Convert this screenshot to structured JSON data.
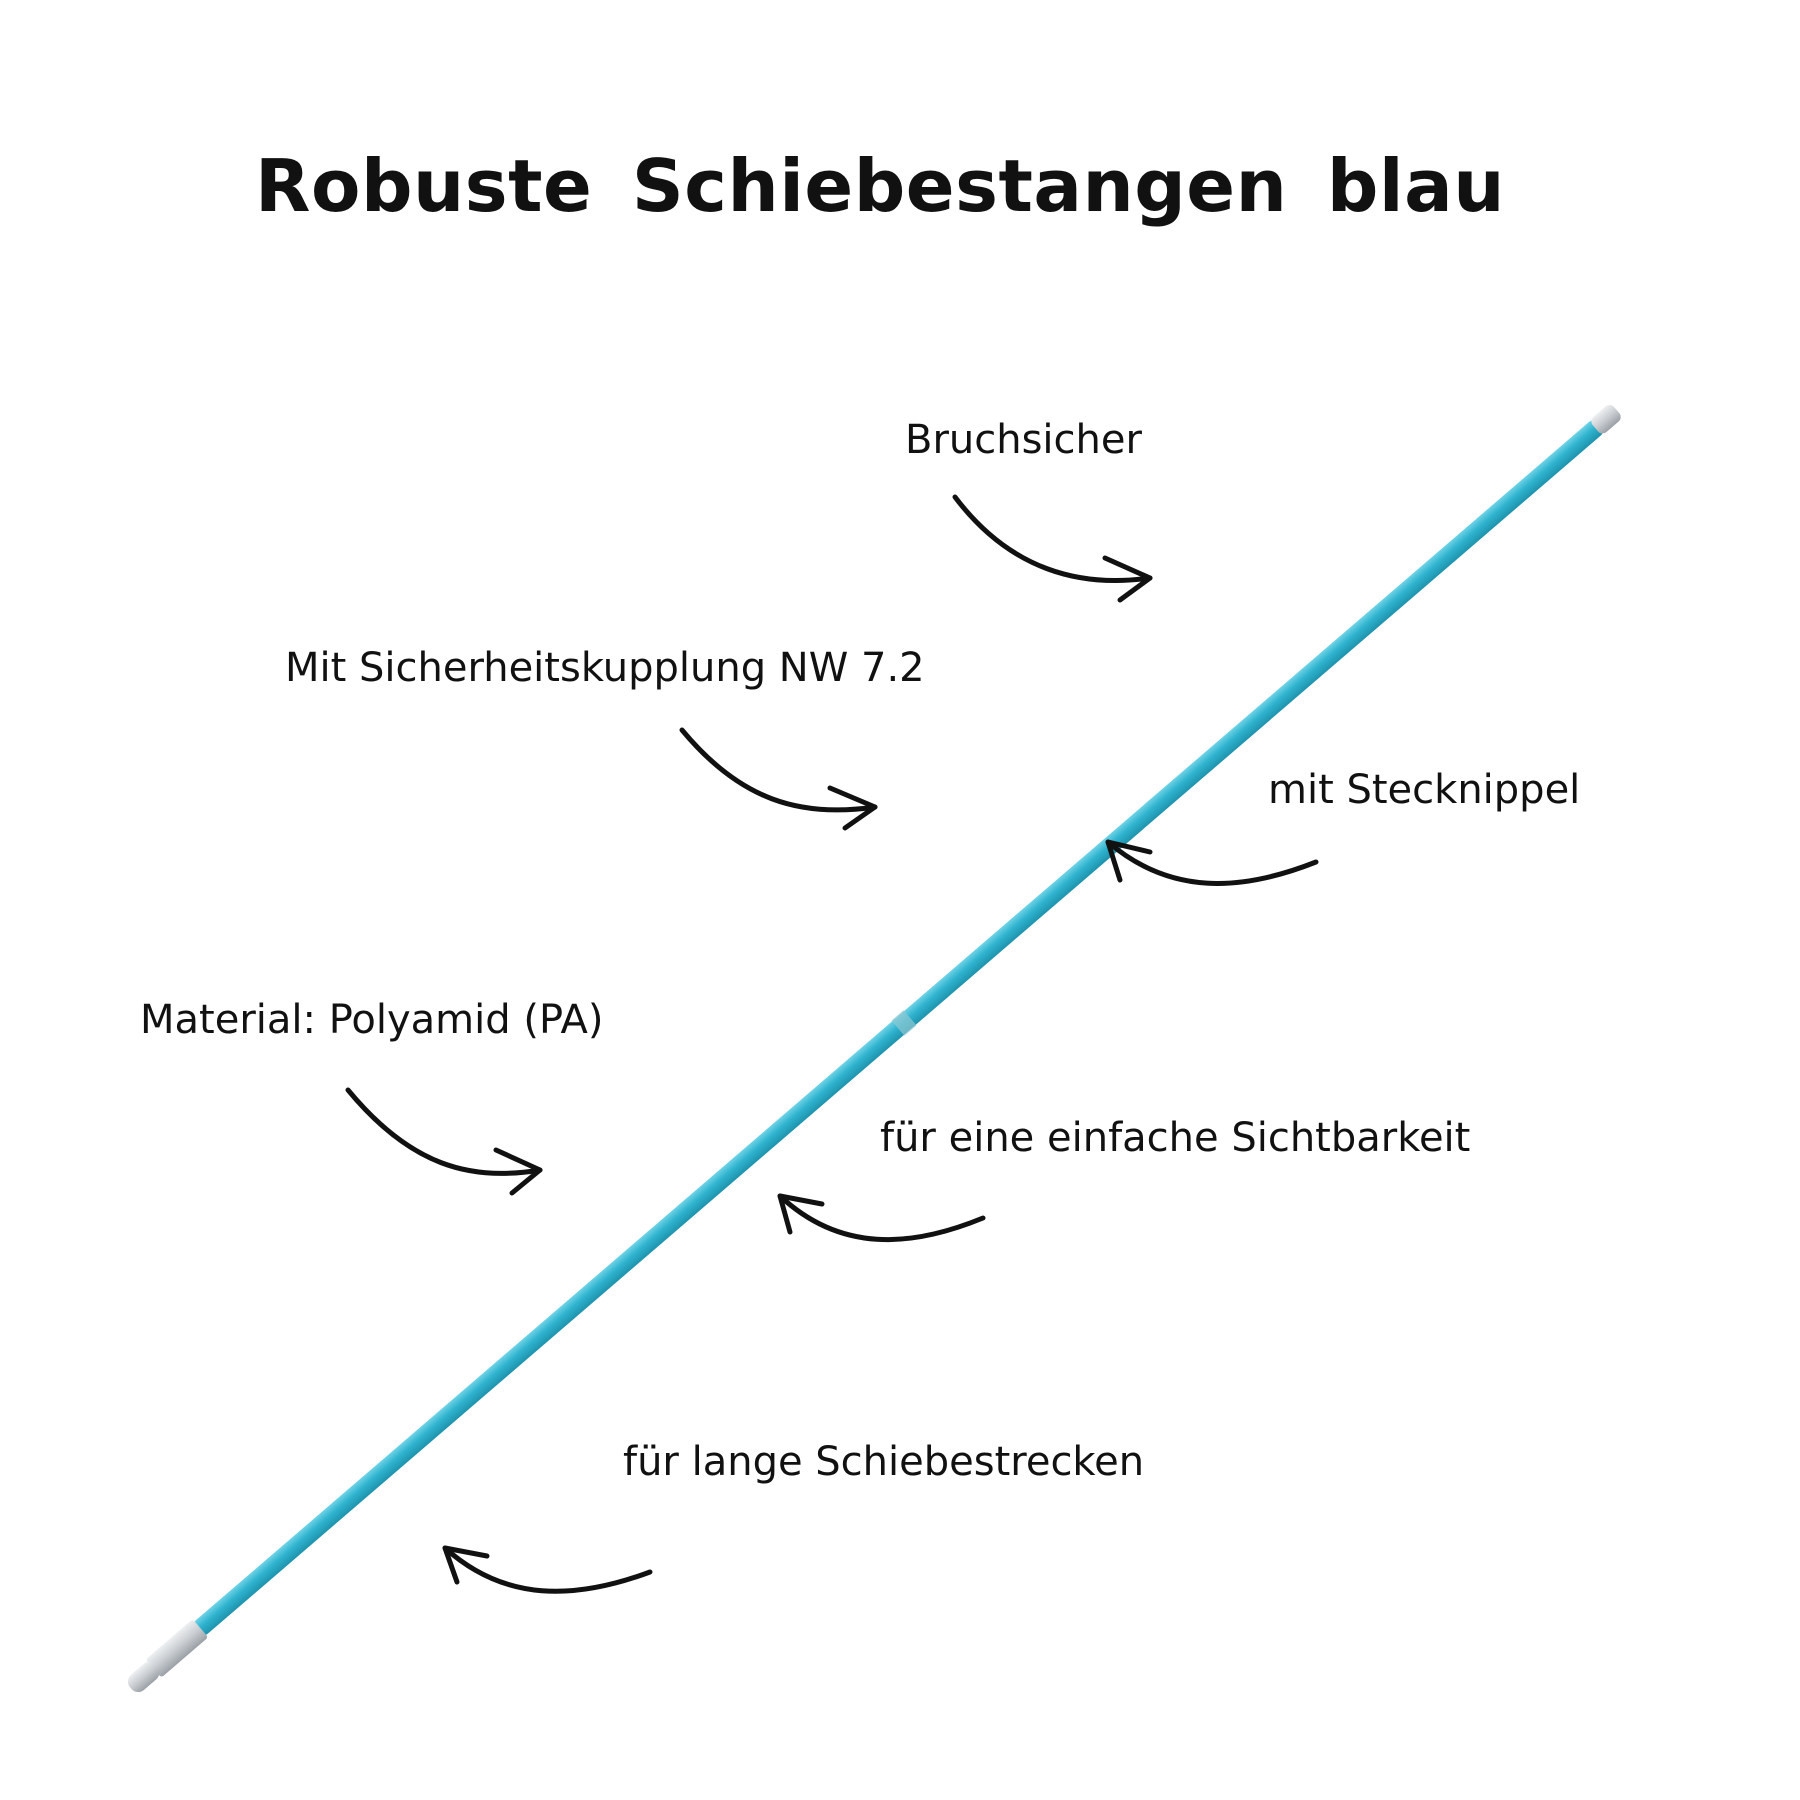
{
  "title": "Robuste Schiebestangen blau",
  "features": {
    "unbreakable": "Bruchsicher",
    "coupling": "Mit Sicherheitskupplung NW 7.2",
    "nipple": "mit Stecknippel",
    "material": "Material: Polyamid (PA)",
    "visibility": "für eine einfache Sichtbarkeit",
    "long_routes": "für lange Schiebestrecken"
  },
  "colors": {
    "rod": "#2fb3cf",
    "rod_highlight": "#6fd3e6",
    "rod_shadow": "#1e93ad",
    "metal_tip": "#c9cdd1",
    "text": "#111111"
  },
  "icons": {
    "arrows": "curved-arrow-icon",
    "product": "blue-rod-icon"
  }
}
